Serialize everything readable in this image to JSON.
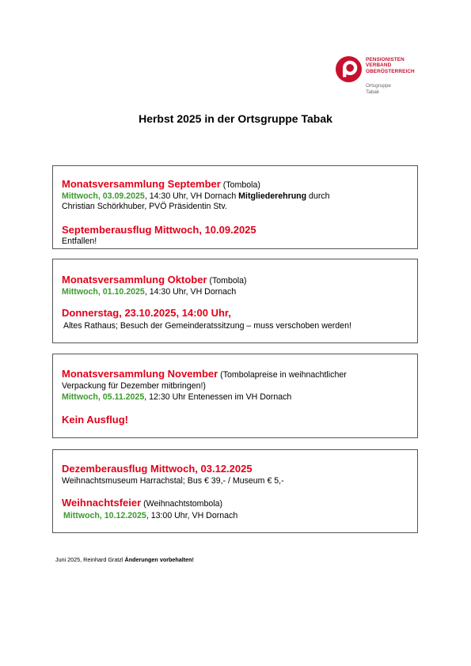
{
  "logo": {
    "line1": "PENSIONISTEN",
    "line2": "VERBAND",
    "line3": "OBERÖSTERREICH",
    "sub1": "Ortsgruppe",
    "sub2": "Tabak",
    "brand_color": "#c8102e"
  },
  "title": "Herbst 2025 in der Ortsgruppe Tabak",
  "colors": {
    "red": "#e2001a",
    "green": "#3d9a2f"
  },
  "box1": {
    "heading": "Monatsversammlung September",
    "heading_note": " (Tombola)",
    "date": "Mittwoch, 03.09.2025",
    "time_place": ", 14:30 Uhr, VH Dornach ",
    "emphasis": "Mitgliederehrung",
    "after_emphasis": " durch",
    "line3": "Christian Schörkhuber, PVÖ Präsidentin Stv.",
    "trip": "Septemberausflug Mittwoch, 10.09.2025",
    "trip_status": "Entfallen!"
  },
  "box2": {
    "heading": "Monatsversammlung Oktober",
    "heading_note": " (Tombola)",
    "date": "Mittwoch, 01.10.2025",
    "time_place": ", 14:30 Uhr, VH Dornach",
    "event": "Donnerstag, 23.10.2025, 14:00 Uhr,",
    "event_desc": "Altes Rathaus; Besuch der Gemeinderatssitzung – muss verschoben werden!"
  },
  "box3": {
    "heading": "Monatsversammlung November",
    "heading_note": " (Tombolapreise in weihnachtlicher",
    "note_line2": "Verpackung für Dezember mitbringen!)",
    "date": "Mittwoch, 05.11.2025",
    "time_place": ", 12:30 Uhr Entenessen im VH Dornach",
    "trip": "Kein Ausflug!"
  },
  "box4": {
    "trip": "Dezemberausflug Mittwoch, 03.12.2025",
    "trip_desc": "Weihnachtsmuseum Harrachstal; Bus € 39,- / Museum € 5,-",
    "heading": "Weihnachtsfeier",
    "heading_note": " (Weihnachtstombola)",
    "date": "Mittwoch, 10.12.2025",
    "time_place": ", 13:00 Uhr, VH Dornach"
  },
  "footer": {
    "text": "Juni 2025, Reinhard Gratzl ",
    "emphasis": "Änderungen vorbehalten!"
  }
}
